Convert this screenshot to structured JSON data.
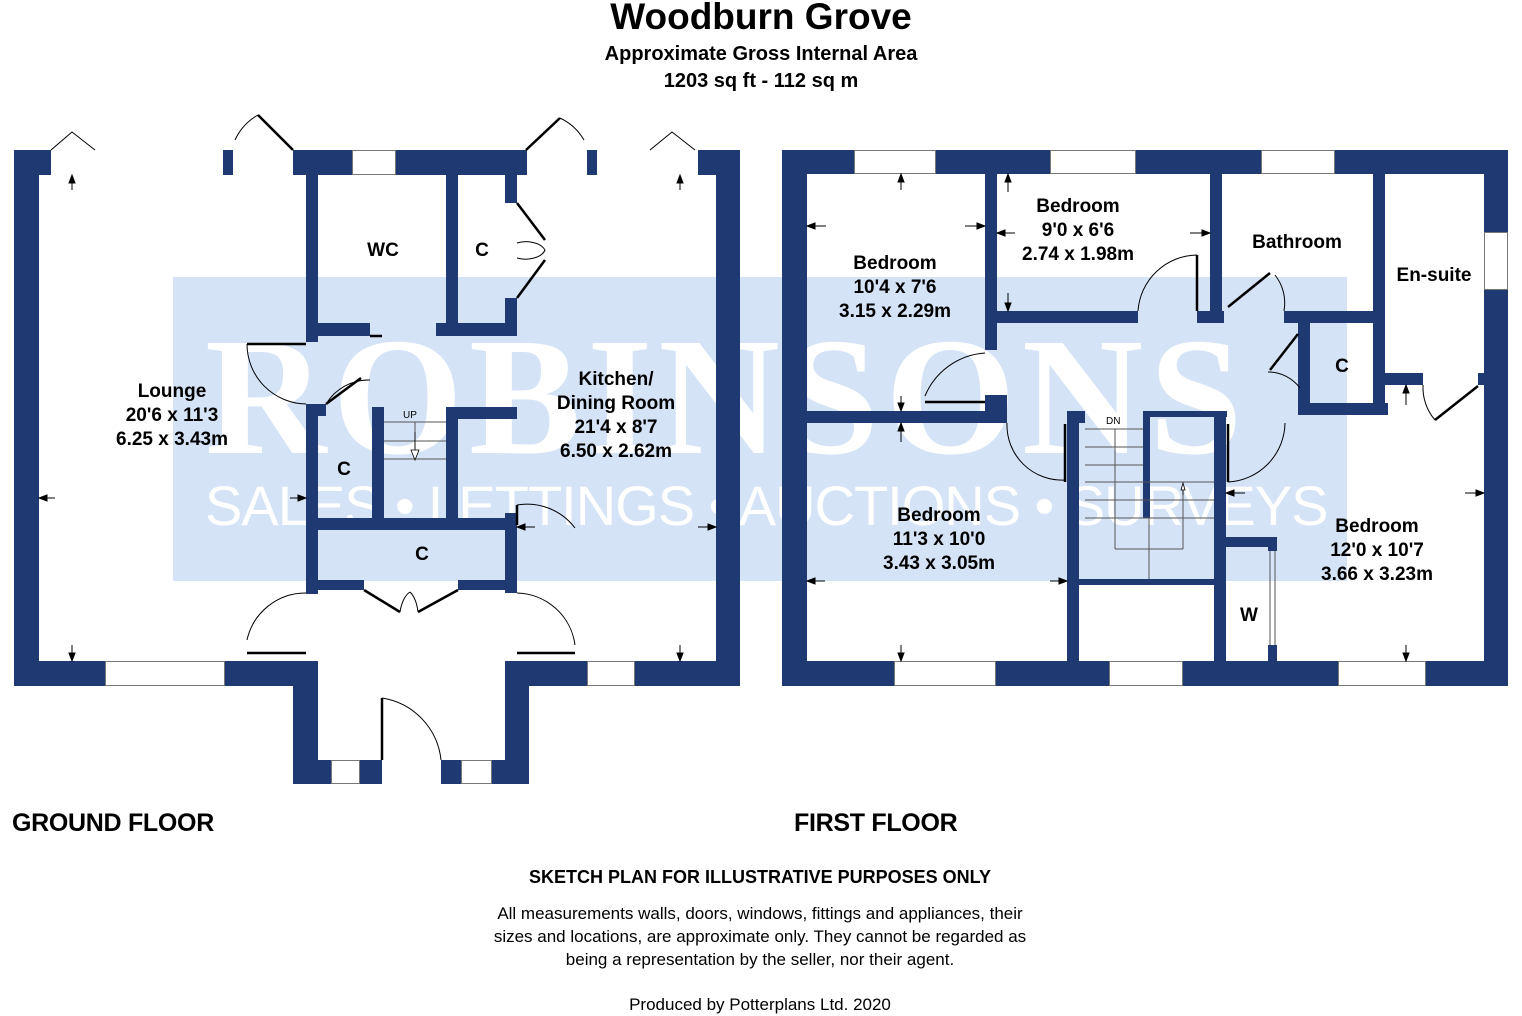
{
  "header": {
    "title": "Woodburn Grove",
    "subtitle": "Approximate Gross Internal Area",
    "area": "1203 sq ft - 112 sq m"
  },
  "watermark": {
    "brand": "ROBINSONS",
    "tagline": "SALES • LETTINGS • AUCTIONS • SURVEYS",
    "panel_color": "#d5e3f7"
  },
  "colors": {
    "wall": "#1f3a72",
    "background": "#ffffff"
  },
  "ground_floor": {
    "label": "GROUND FLOOR",
    "rooms": [
      {
        "name": "Lounge",
        "imperial": "20'6 x 11'3",
        "metric": "6.25 x 3.43m"
      },
      {
        "name": "Kitchen/",
        "name2": "Dining Room",
        "imperial": "21'4 x 8'7",
        "metric": "6.50 x 2.62m"
      },
      {
        "name": "WC"
      },
      {
        "name": "C"
      },
      {
        "name": "C"
      },
      {
        "name": "C"
      }
    ],
    "stairs_label": "UP"
  },
  "first_floor": {
    "label": "FIRST FLOOR",
    "rooms": [
      {
        "name": "Bedroom",
        "imperial": "10'4 x 7'6",
        "metric": "3.15 x 2.29m"
      },
      {
        "name": "Bedroom",
        "imperial": "9'0 x 6'6",
        "metric": "2.74 x 1.98m"
      },
      {
        "name": "Bathroom"
      },
      {
        "name": "En-suite"
      },
      {
        "name": "C"
      },
      {
        "name": "Bedroom",
        "imperial": "11'3 x 10'0",
        "metric": "3.43 x 3.05m"
      },
      {
        "name": "Bedroom",
        "imperial": "12'0 x 10'7",
        "metric": "3.66 x 3.23m"
      },
      {
        "name": "W"
      }
    ],
    "stairs_label": "DN"
  },
  "footer": {
    "heading": "SKETCH PLAN FOR ILLUSTRATIVE PURPOSES ONLY",
    "line1": "All measurements walls, doors, windows, fittings and appliances, their",
    "line2": "sizes and locations, are approximate only. They cannot be regarded as",
    "line3": "being a representation by the seller, nor their agent.",
    "credit": "Produced by Potterplans Ltd. 2020"
  }
}
